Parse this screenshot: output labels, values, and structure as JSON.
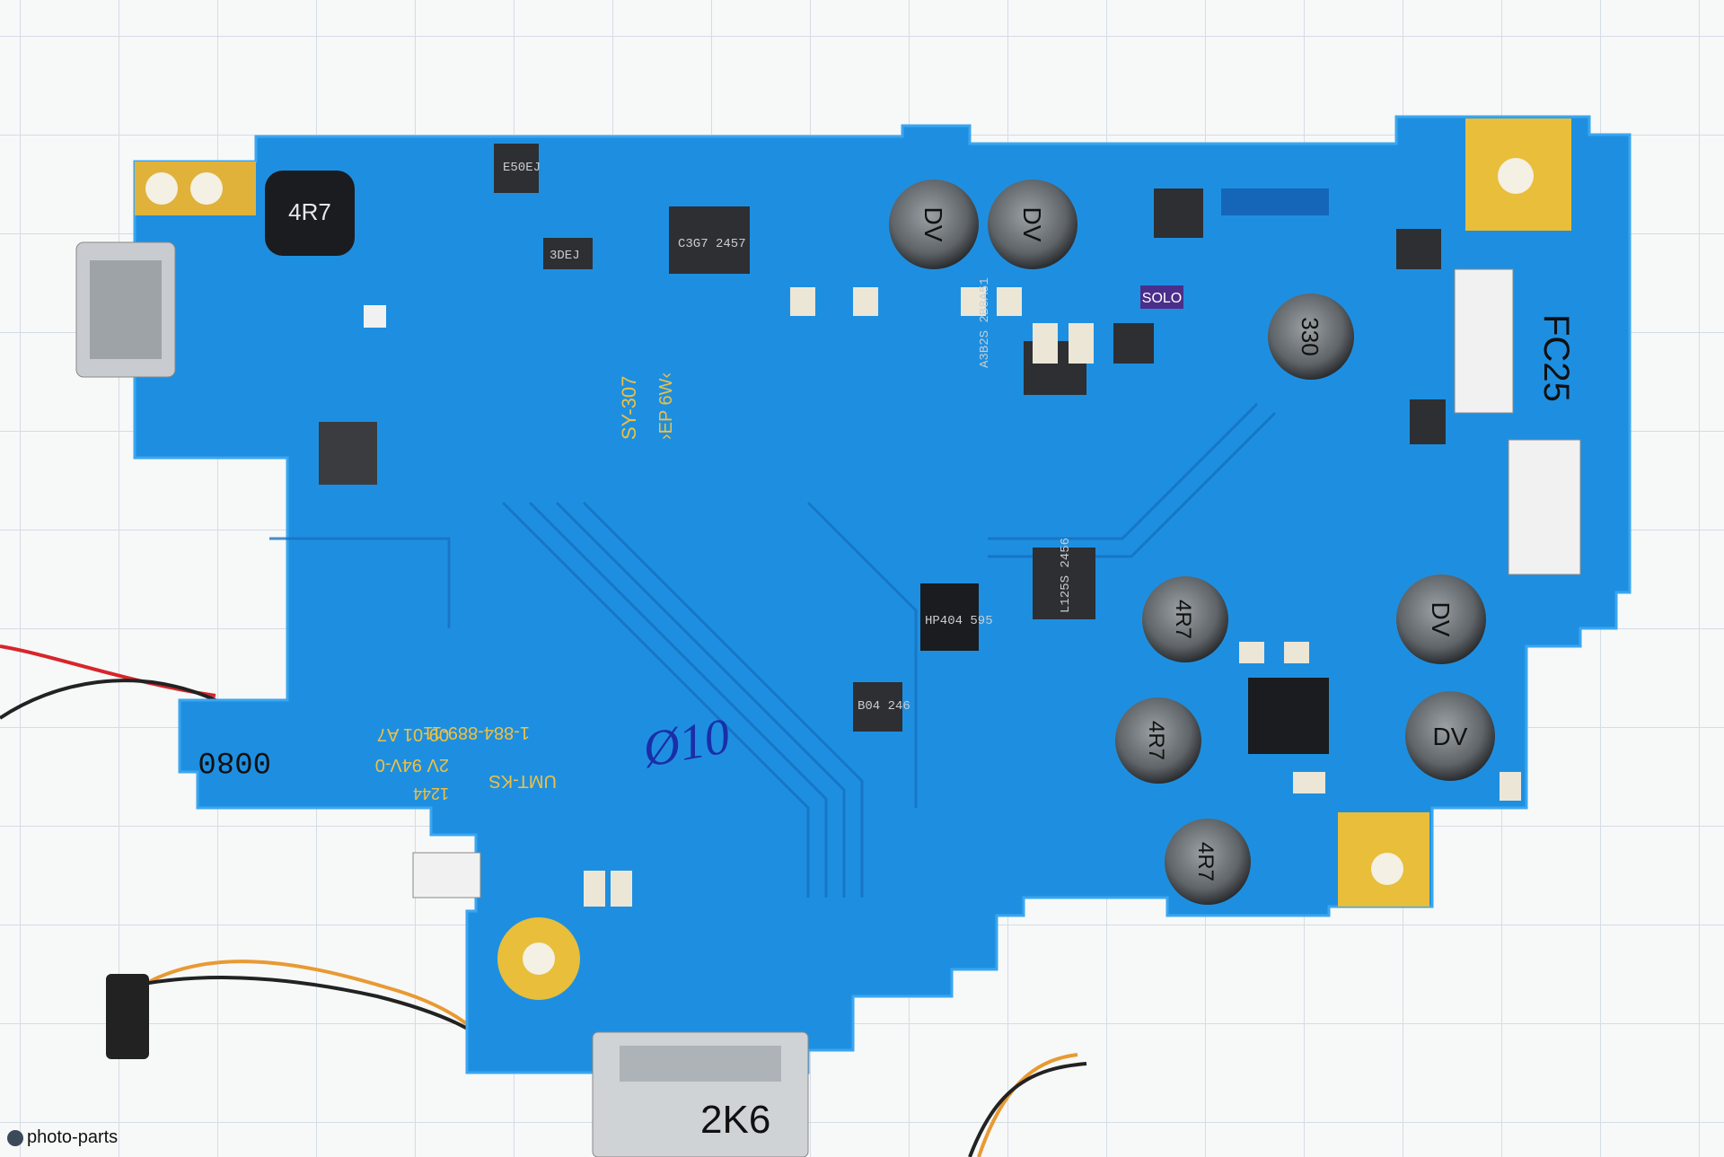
{
  "inductors": [
    {
      "label": "4R7"
    },
    {
      "label": "DV"
    },
    {
      "label": "DV"
    },
    {
      "label": "330"
    },
    {
      "label": "4R7"
    },
    {
      "label": "DV"
    },
    {
      "label": "4R7"
    },
    {
      "label": "DV"
    },
    {
      "label": "4R7"
    }
  ],
  "chips": [
    {
      "label": "C3G7 2457"
    },
    {
      "label": "3DEJ"
    },
    {
      "label": "E50EJ"
    },
    {
      "label": "L125S 2456"
    },
    {
      "label": "A3B2S 2B8A51"
    },
    {
      "label": "HP404 595"
    },
    {
      "label": "B04 246"
    }
  ],
  "board_text": {
    "model": "SY-307",
    "code": "›EP 6W‹",
    "part_number": "1-884-889-11",
    "rev": "09-01 A7",
    "rating": "2V 94V-0",
    "maker": "UMT-KS",
    "small_code": "1244",
    "serial_left": "0080",
    "handwritten_mid": "Ø10",
    "handwritten_right": "FC25",
    "connector_label": "2K6",
    "solo": "SOLO"
  },
  "watermark": "photo-parts"
}
